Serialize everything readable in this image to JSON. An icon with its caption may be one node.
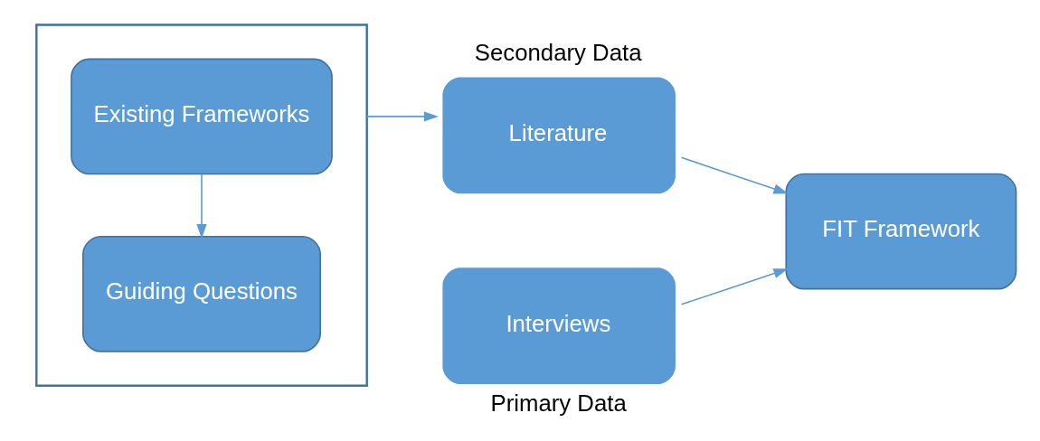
{
  "diagram": {
    "nodes": [
      {
        "text": [],
        "shape": "box"
      },
      {
        "text": [
          "Existing Frameworks"
        ],
        "in": 0
      },
      {
        "text": [
          "Guiding Questions"
        ],
        "in": 0
      },
      {
        "text": [
          "Literature"
        ],
        "beside": [
          "Secondary Data"
        ]
      },
      {
        "text": [
          "Interviews"
        ],
        "beside": [
          "Primary Data"
        ]
      },
      {
        "text": [
          "FIT Framework"
        ]
      }
    ],
    "edges": [
      {
        "from": 1,
        "to": 2,
        "arrow": "to"
      },
      {
        "from": 0,
        "to": 3,
        "arrow": "to"
      },
      {
        "from": 3,
        "to": 5,
        "arrow": "to"
      },
      {
        "from": 4,
        "to": 5,
        "arrow": "to"
      }
    ]
  }
}
